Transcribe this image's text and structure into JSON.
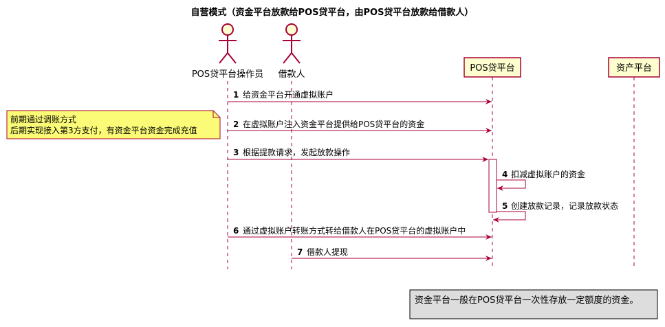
{
  "title": "自营模式（资金平台放款给POS贷平台，由POS贷平台放款给借款人）",
  "actors": [
    {
      "id": "operator",
      "label": "POS贷平台操作员"
    },
    {
      "id": "borrower",
      "label": "借款人"
    }
  ],
  "participants": [
    {
      "id": "pos",
      "label": "POS贷平台"
    },
    {
      "id": "fund",
      "label": "资产平台"
    }
  ],
  "messages": [
    {
      "num": "1",
      "text": "给资金平台开通虚拟账户",
      "from": "operator",
      "to": "pos"
    },
    {
      "num": "2",
      "text": "在虚拟账户注入资金平台提供给POS贷平台的资金",
      "from": "operator",
      "to": "pos"
    },
    {
      "num": "3",
      "text": "根据提款请求，发起放款操作",
      "from": "operator",
      "to": "pos"
    },
    {
      "num": "4",
      "text": "扣减虚拟账户的资金",
      "from": "pos",
      "to": "pos"
    },
    {
      "num": "5",
      "text": "创建放款记录，记录放款状态",
      "from": "pos",
      "to": "pos"
    },
    {
      "num": "6",
      "text": "通过虚拟账户转账方式转给借款人在POS贷平台的虚拟账户中",
      "from": "operator",
      "to": "pos"
    },
    {
      "num": "7",
      "text": "借款人提现",
      "from": "borrower",
      "to": "pos"
    }
  ],
  "note": {
    "lines": [
      "前期通过调账方式",
      "后期实现接入第3方支付，有资金平台资金完成充值"
    ]
  },
  "legend": {
    "text": "资金平台一般在POS贷平台一次性存放一定额度的资金。"
  },
  "colors": {
    "line": "#A80036",
    "participant_fill": "#FEFECE",
    "note_fill": "#FBFB77",
    "legend_fill": "#DDDDDD"
  }
}
